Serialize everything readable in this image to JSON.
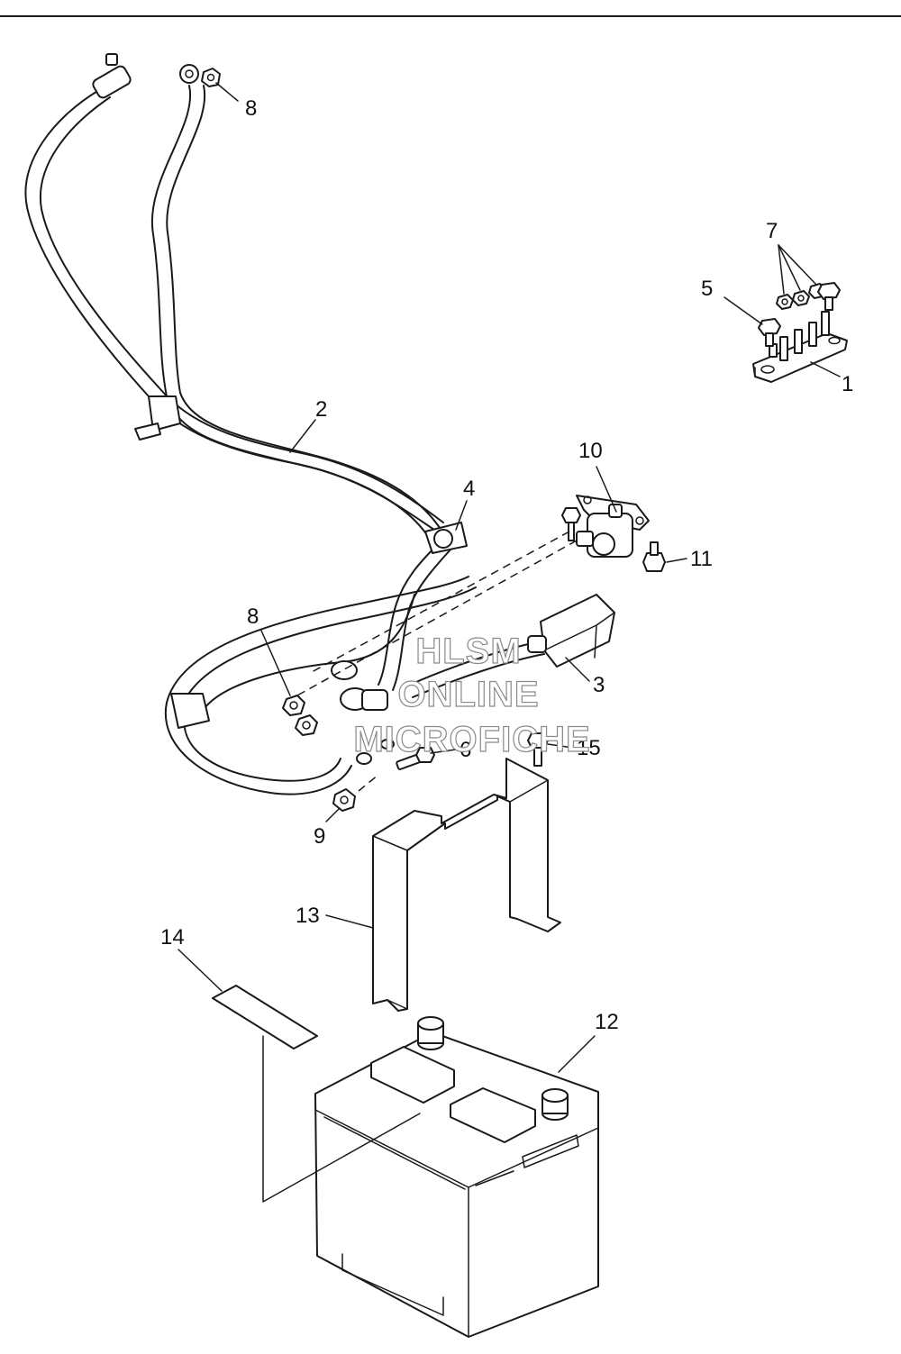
{
  "callouts": [
    "1",
    "2",
    "3",
    "4",
    "5",
    "6",
    "7",
    "8",
    "8",
    "9",
    "10",
    "11",
    "12",
    "13",
    "14",
    "15"
  ],
  "watermark": {
    "line1": "HLSM",
    "line2": "ONLINE",
    "line3": "MICROFICHE"
  },
  "colors": {
    "ink": "#1a1a1a",
    "paper": "#ffffff",
    "watermark": "#8a8a8a"
  }
}
